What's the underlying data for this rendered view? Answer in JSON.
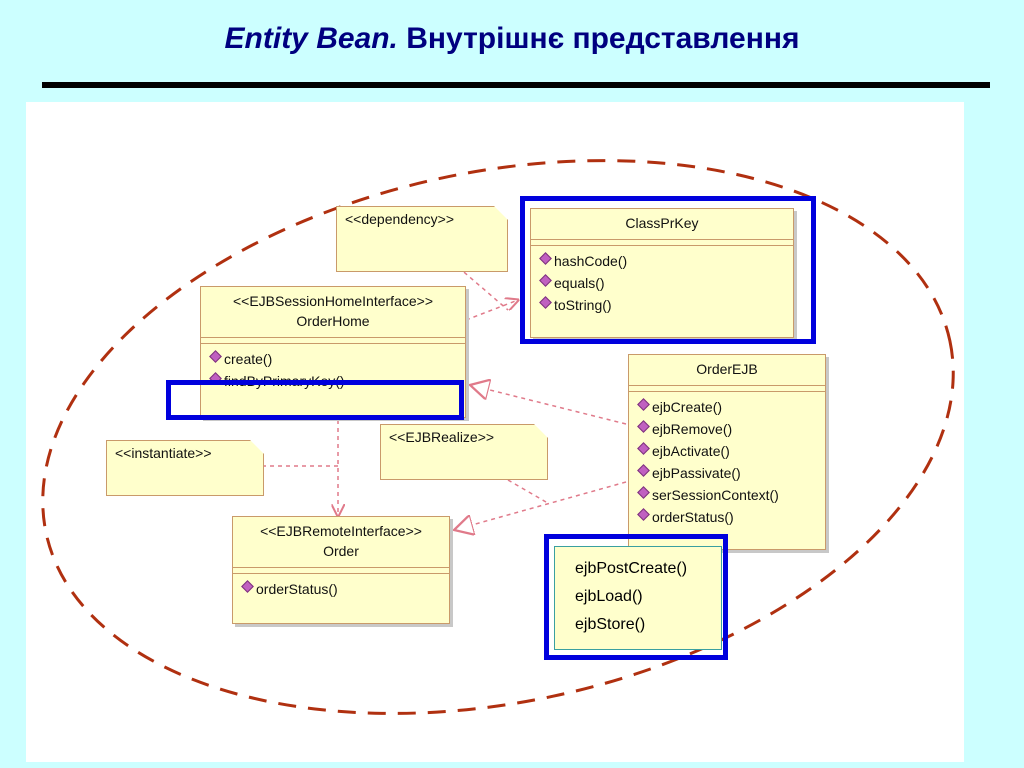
{
  "title": {
    "italic": "Entity Bean.",
    "rest": "Внутрішнє представлення"
  },
  "notes": {
    "dependency": "<<dependency>>",
    "instantiate": "<<instantiate>>",
    "ejb_realize": "<<EJBRealize>>"
  },
  "classes": {
    "class_pr_key": {
      "name": "ClassPrKey",
      "ops": [
        "hashCode()",
        "equals()",
        "toString()"
      ]
    },
    "order_home": {
      "stereotype": "<<EJBSessionHomeInterface>>",
      "name": "OrderHome",
      "ops": [
        "create()",
        "findByPrimaryKey()"
      ]
    },
    "order_ejb": {
      "name": "OrderEJB",
      "ops": [
        "ejbCreate()",
        "ejbRemove()",
        "ejbActivate()",
        "ejbPassivate()",
        "serSessionContext()",
        "orderStatus()"
      ]
    },
    "order": {
      "stereotype": "<<EJBRemoteInterface>>",
      "name": "Order",
      "ops": [
        "orderStatus()"
      ]
    }
  },
  "callout": {
    "lines": [
      "ejbPostCreate()",
      "ejbLoad()",
      "ejbStore()"
    ]
  },
  "colors": {
    "background": "#ccffff",
    "title": "#000080",
    "highlight": "#0000dd",
    "ellipse": "#b03010",
    "relation": "#e07a8a",
    "class_fill": "#ffffcc"
  }
}
